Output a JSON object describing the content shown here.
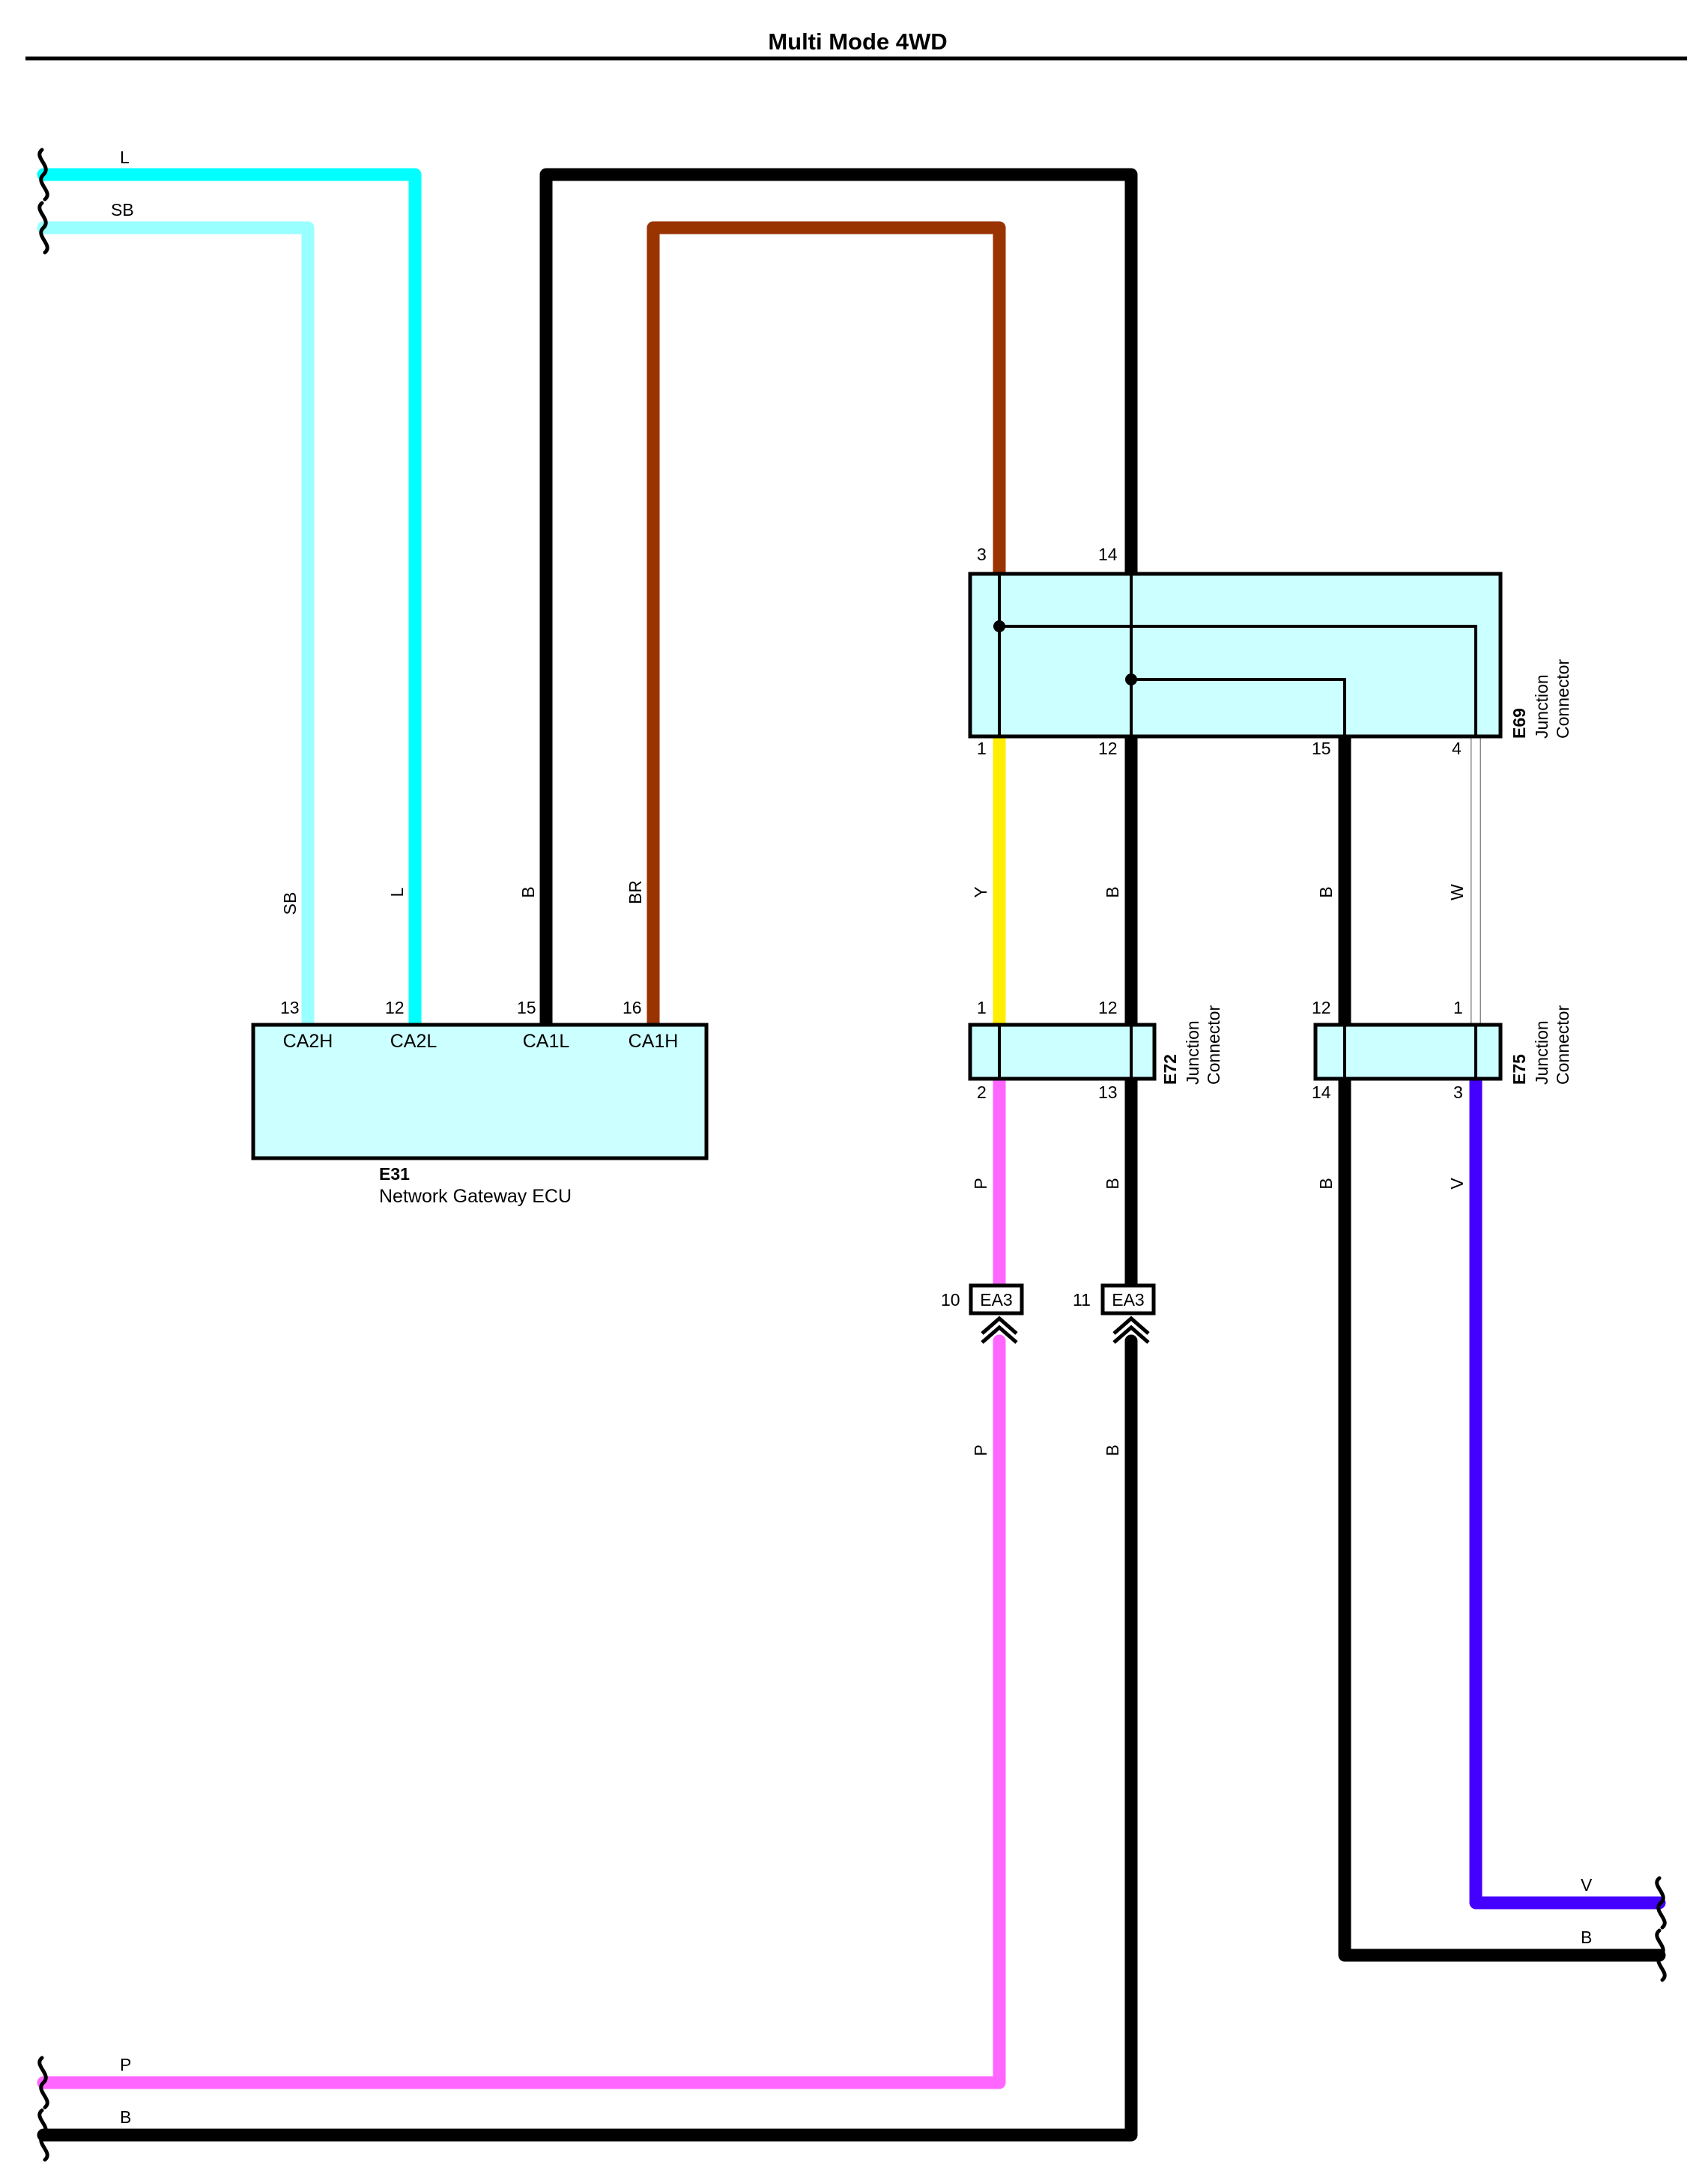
{
  "title": "Multi Mode 4WD",
  "colors": {
    "L": "#00ffff",
    "SB": "#99ffff",
    "B": "#000000",
    "BR": "#993300",
    "Y": "#ffee00",
    "P": "#ff66ff",
    "V": "#4400ff",
    "W": "#aaaaaa",
    "connector_fill": "#ccffff"
  },
  "left_edge_wires": [
    "L",
    "SB",
    "P",
    "B"
  ],
  "right_edge_wires": [
    "V",
    "B"
  ],
  "components": {
    "e31": {
      "code": "E31",
      "name": "Network Gateway ECU",
      "pins": [
        {
          "number": "13",
          "name": "CA2H",
          "wire": "SB"
        },
        {
          "number": "12",
          "name": "CA2L",
          "wire": "L"
        },
        {
          "number": "15",
          "name": "CA1L",
          "wire": "B"
        },
        {
          "number": "16",
          "name": "CA1H",
          "wire": "BR"
        }
      ]
    },
    "e69": {
      "code": "E69",
      "name_lines": [
        "Junction",
        "Connector"
      ],
      "top_pins": [
        "3",
        "14"
      ],
      "bottom_pins": [
        "1",
        "12",
        "15",
        "4"
      ]
    },
    "e72": {
      "code": "E72",
      "name_lines": [
        "Junction",
        "Connector"
      ],
      "top_pins": [
        "1",
        "12"
      ],
      "bottom_pins": [
        "2",
        "13"
      ]
    },
    "e75": {
      "code": "E75",
      "name_lines": [
        "Junction",
        "Connector"
      ],
      "top_pins": [
        "12",
        "1"
      ],
      "bottom_pins": [
        "14",
        "3"
      ]
    },
    "ea3": {
      "code": "EA3",
      "pins": [
        "10",
        "11"
      ]
    }
  },
  "wire_labels": {
    "e69_to_e72": [
      "Y",
      "B"
    ],
    "e69_to_e75": [
      "B",
      "W"
    ],
    "e72_to_ea3": [
      "P",
      "B"
    ],
    "ea3_down": [
      "P",
      "B"
    ],
    "e75_down": [
      "B",
      "V"
    ]
  }
}
